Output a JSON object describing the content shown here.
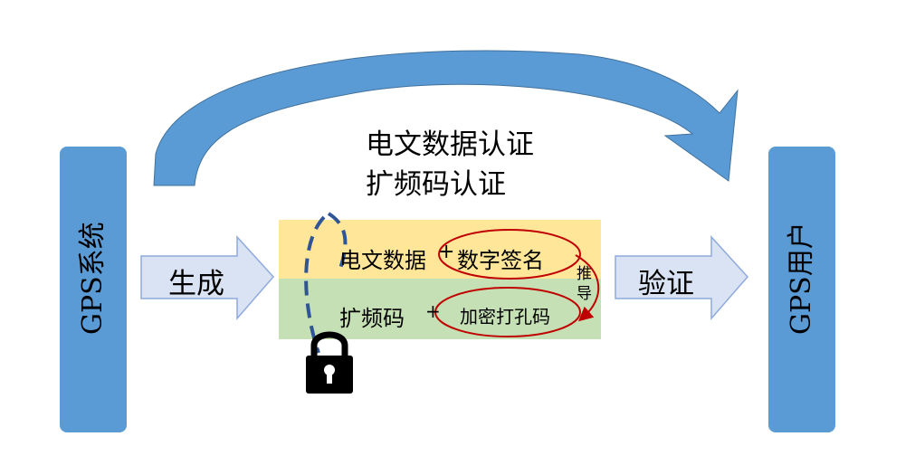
{
  "left_box": {
    "label": "GPS系统",
    "color": "#5b9bd5"
  },
  "right_box": {
    "label": "GPS用户",
    "color": "#5b9bd5"
  },
  "top_arc": {
    "line1": "电文数据认证",
    "line2": "扩频码认证",
    "color": "#5b9bd5"
  },
  "left_arrow": {
    "label": "生成"
  },
  "right_arrow": {
    "label": "验证"
  },
  "yellow_row": {
    "left": "电文数据",
    "plus": "+",
    "right": "数字签名",
    "color": "#ffe699"
  },
  "green_row": {
    "left": "扩频码",
    "plus": "+",
    "right": "加密打孔码",
    "color": "#c5e0b4"
  },
  "derive_label": {
    "char1": "推",
    "char2": "导"
  },
  "lock": {
    "icon": "padlock-icon"
  },
  "colors": {
    "ellipse": "#c00000",
    "dashed_loop": "#2f5597",
    "arrow_fill": "#dae3f3"
  }
}
